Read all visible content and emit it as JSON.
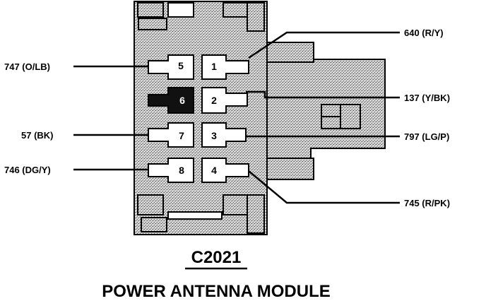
{
  "connector": {
    "id": "C2021",
    "module_name": "POWER ANTENNA MODULE"
  },
  "pins": {
    "p1": "1",
    "p2": "2",
    "p3": "3",
    "p4": "4",
    "p5": "5",
    "p6": "6",
    "p7": "7",
    "p8": "8"
  },
  "wires": {
    "w640": "640 (R/Y)",
    "w137": "137 (Y/BK)",
    "w797": "797 (LG/P)",
    "w745": "745 (R/PK)",
    "w747": "747 (O/LB)",
    "w57": "57 (BK)",
    "w746": "746 (DG/Y)"
  },
  "colors": {
    "ink": "#000000",
    "body_fill": "#c8c8c8",
    "paper": "#ffffff"
  }
}
